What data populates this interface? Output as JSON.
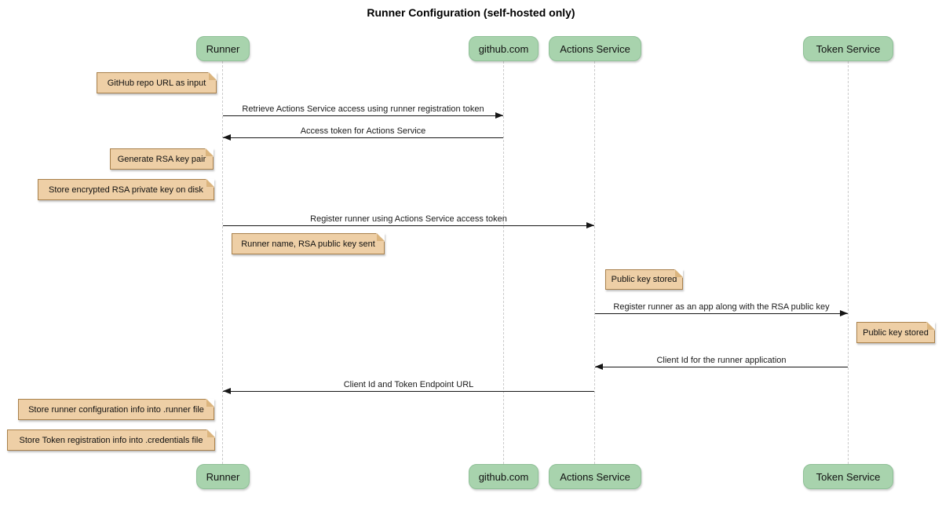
{
  "title": "Runner Configuration (self-hosted only)",
  "colors": {
    "background": "#FFFFFF",
    "title": "#000000",
    "text": "#1A1A1A",
    "participant_fill": "#A8D3AD",
    "participant_border": "#8FC097",
    "note_fill": "#EECFA6",
    "note_border": "#A9814C",
    "note_fold": "#DBB57F",
    "lifeline": "#CBCBCB",
    "arrow": "#161616"
  },
  "participants": [
    {
      "label": "Runner"
    },
    {
      "label": "github.com"
    },
    {
      "label": "Actions Service"
    },
    {
      "label": "Token Service"
    }
  ],
  "messages": [
    {
      "from": "Runner",
      "to": "github.com",
      "text": "Retrieve Actions Service access using runner registration token"
    },
    {
      "from": "github.com",
      "to": "Runner",
      "text": "Access token for Actions Service"
    },
    {
      "from": "Runner",
      "to": "Actions Service",
      "text": "Register runner using Actions Service access token"
    },
    {
      "from": "Actions Service",
      "to": "Token Service",
      "text": "Register runner as an app along with the RSA public key"
    },
    {
      "from": "Token Service",
      "to": "Actions Service",
      "text": "Client Id for the runner application"
    },
    {
      "from": "Actions Service",
      "to": "Runner",
      "text": "Client Id and Token Endpoint URL"
    }
  ],
  "notes": [
    {
      "attached_to": "Runner",
      "text": "GitHub repo URL as input"
    },
    {
      "attached_to": "Runner",
      "text": "Generate RSA key pair"
    },
    {
      "attached_to": "Runner",
      "text": "Store encrypted RSA private key on disk"
    },
    {
      "attached_to": "Runner",
      "text": "Runner name, RSA public key sent"
    },
    {
      "attached_to": "Actions Service",
      "text": "Public key stored"
    },
    {
      "attached_to": "Token Service",
      "text": "Public key stored"
    },
    {
      "attached_to": "Runner",
      "text": "Store runner configuration info into .runner file"
    },
    {
      "attached_to": "Runner",
      "text": "Store Token registration info into .credentials file"
    }
  ]
}
